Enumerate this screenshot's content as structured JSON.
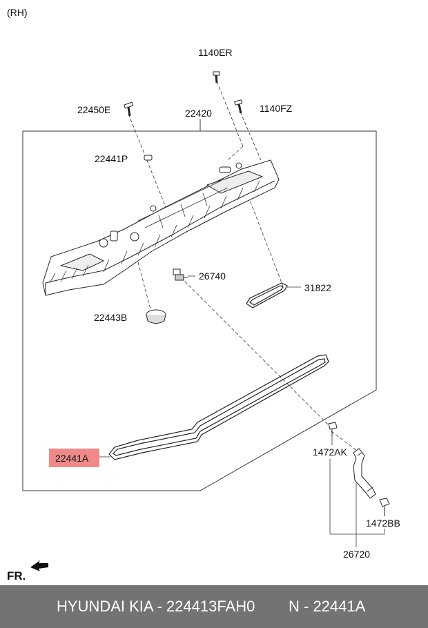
{
  "side_label": "(RH)",
  "callouts": {
    "c1140ER": "1140ER",
    "c22450E": "22450E",
    "c22420": "22420",
    "c1140FZ": "1140FZ",
    "c22441P": "22441P",
    "c26740": "26740",
    "c31822": "31822",
    "c22443B": "22443B",
    "c22441A": "22441A",
    "c1472AK": "1472AK",
    "c1472BB": "1472BB",
    "c26720": "26720"
  },
  "highlight_color": "#f08a8a",
  "front_label": "FR.",
  "footer": {
    "brand": "HYUNDAI  KIA - 224413FAH0",
    "part_ref": "N - 22441A"
  }
}
